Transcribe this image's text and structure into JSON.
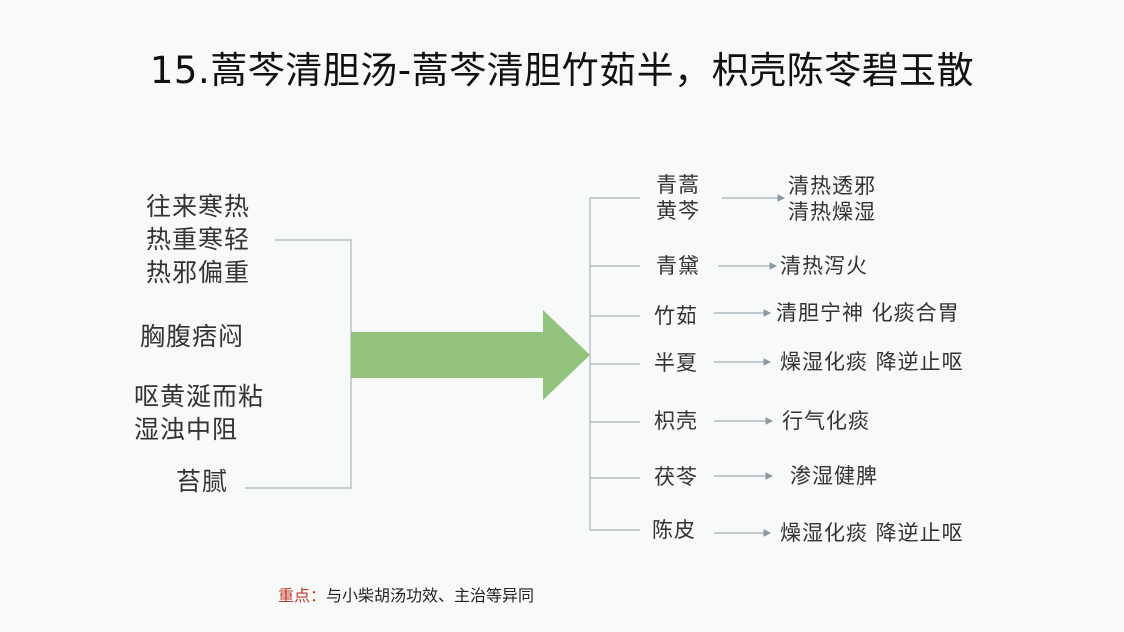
{
  "title": "15.蒿芩清胆汤-蒿芩清胆竹茹半，枳壳陈苓碧玉散",
  "symptoms": [
    [
      "往来寒热",
      "热重寒轻",
      "热邪偏重"
    ],
    [
      "胸腹痞闷"
    ],
    [
      "呕黄涎而粘",
      "湿浊中阻"
    ],
    [
      "苔腻"
    ]
  ],
  "herbs": [
    {
      "name": [
        "青蒿",
        "黄芩"
      ],
      "effects": [
        "清热透邪",
        "清热燥湿"
      ]
    },
    {
      "name": [
        "青黛"
      ],
      "effects": [
        "清热泻火"
      ]
    },
    {
      "name": [
        "竹茹"
      ],
      "effects": [
        "清胆宁神  化痰合胃"
      ]
    },
    {
      "name": [
        "半夏"
      ],
      "effects": [
        "燥湿化痰  降逆止呕"
      ]
    },
    {
      "name": [
        "枳壳"
      ],
      "effects": [
        "行气化痰"
      ]
    },
    {
      "name": [
        "茯苓"
      ],
      "effects": [
        "渗湿健脾"
      ]
    },
    {
      "name": [
        "陈皮"
      ],
      "effects": [
        "燥湿化痰  降逆止呕"
      ]
    }
  ],
  "note": {
    "highlight": "重点：",
    "text": "与小柴胡汤功效、主治等异同"
  },
  "colors": {
    "arrow": "#93c47d",
    "lines": "#a9b4bb",
    "highlight": "#c0392b"
  }
}
